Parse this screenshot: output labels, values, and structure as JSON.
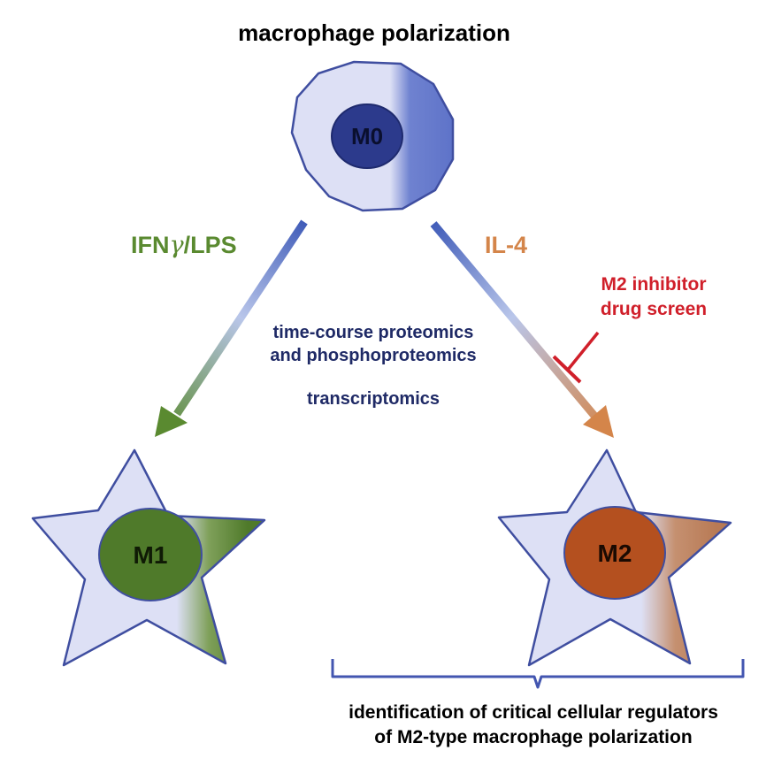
{
  "title": "macrophage polarization",
  "cells": {
    "m0": {
      "label": "M0"
    },
    "m1": {
      "label": "M1"
    },
    "m2": {
      "label": "M2"
    }
  },
  "stimuli": {
    "m1_prefix": "IFN",
    "m1_greek": "γ",
    "m1_suffix": "/LPS",
    "m2": "IL-4"
  },
  "inhibitor": {
    "line1": "M2 inhibitor",
    "line2": "drug screen"
  },
  "methods": {
    "line1": "time-course proteomics",
    "line2": "and phosphoproteomics",
    "line3": "transcriptomics"
  },
  "conclusion": {
    "line1": "identification of critical cellular regulators",
    "line2": "of M2-type macrophage polarization"
  },
  "colors": {
    "cell_fill": "#dde0f5",
    "outline": "#3f4ea0",
    "m0_nucleus": "#2c3a8c",
    "m1_nucleus": "#4f7a2a",
    "m2_nucleus": "#b4501f",
    "m1_text": "#5a8a30",
    "m2_text": "#d4854a",
    "inhibitor": "#d01f2a",
    "methods_text": "#1f2a66"
  }
}
